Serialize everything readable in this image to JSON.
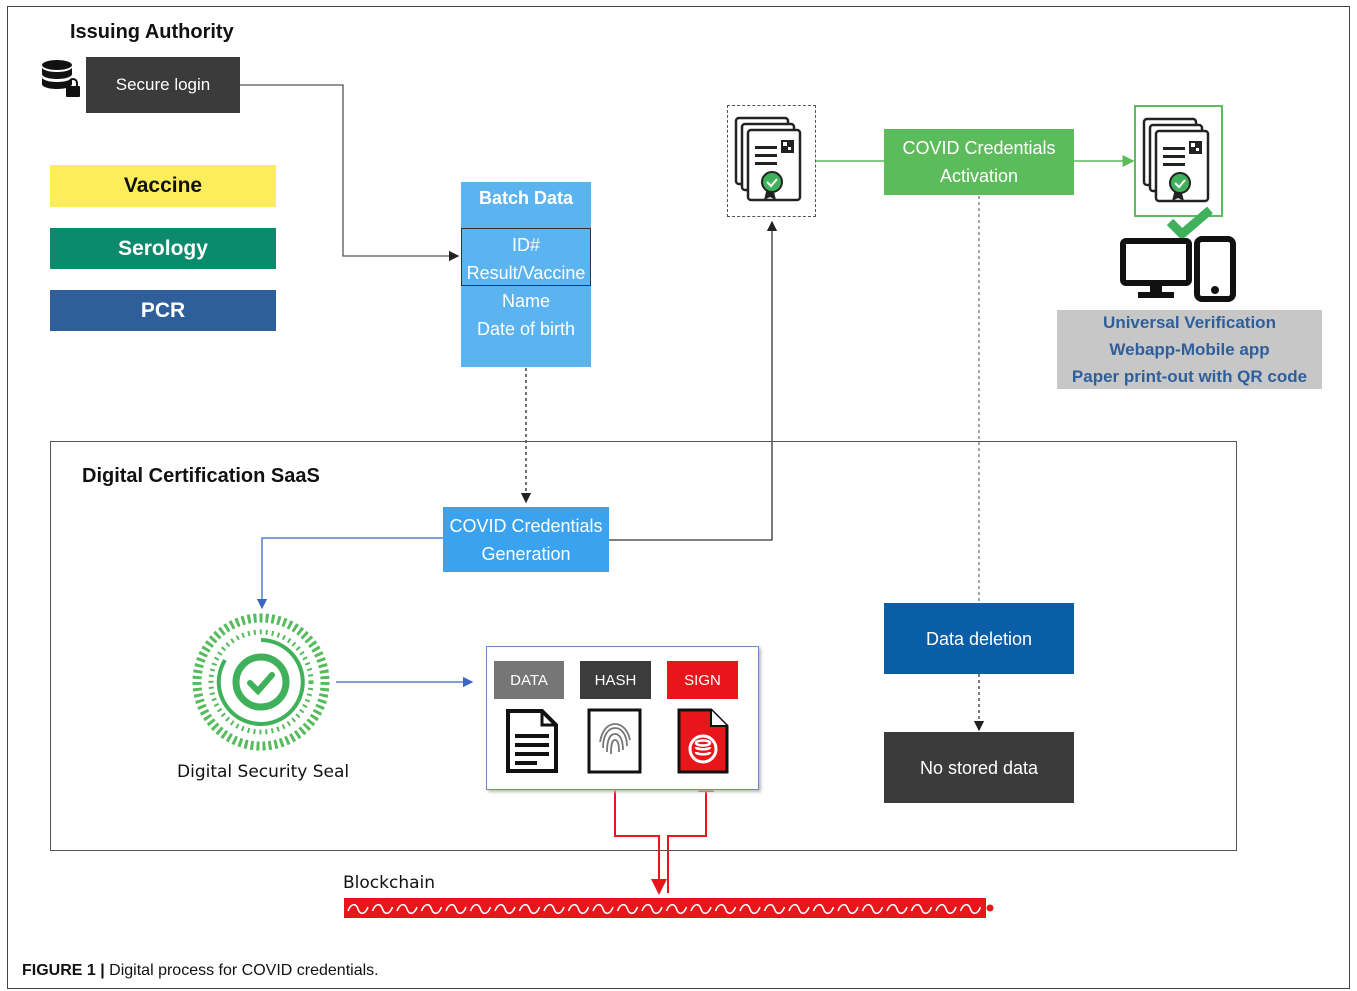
{
  "issuing_authority": {
    "title": "Issuing Authority",
    "login_label": "Secure login",
    "icon": "database-lock-icon"
  },
  "legend": [
    {
      "label": "Vaccine",
      "color": "#fded5b",
      "text_color": "#111111"
    },
    {
      "label": "Serology",
      "color": "#0c8a6c",
      "text_color": "#ffffff"
    },
    {
      "label": "PCR",
      "color": "#2e5f9b",
      "text_color": "#ffffff"
    }
  ],
  "batch_data": {
    "header": "Batch Data",
    "fields": [
      "ID#",
      "Result/Vaccine",
      "Name",
      "Date of birth"
    ],
    "color": "#5bb4f0"
  },
  "activation": {
    "label_line1": "COVID Credentials",
    "label_line2": "Activation",
    "color": "#5cbc5c"
  },
  "verification": {
    "lines": [
      "Universal Verification",
      "Webapp-Mobile app",
      "Paper print-out with QR code"
    ],
    "bg": "#c7c7c7",
    "text_color": "#2e5f9b"
  },
  "saas": {
    "title": "Digital Certification SaaS",
    "generation_line1": "COVID Credentials",
    "generation_line2": "Generation",
    "seal_label": "Digital Security Seal",
    "steps": [
      {
        "label": "DATA",
        "color": "#767676"
      },
      {
        "label": "HASH",
        "color": "#3c3c3c"
      },
      {
        "label": "SIGN",
        "color": "#e8151b"
      }
    ],
    "data_deletion": "Data deletion",
    "no_stored_data": "No stored data"
  },
  "blockchain": {
    "label": "Blockchain",
    "color": "#e8151b"
  },
  "caption": {
    "prefix": "FIGURE 1 |",
    "text": " Digital process for COVID credentials."
  },
  "colors": {
    "generation_blue": "#3ba2ef",
    "deletion_blue": "#0a5ea8",
    "dark_box": "#3b3b3b",
    "seal_green": "#3fb15a"
  }
}
